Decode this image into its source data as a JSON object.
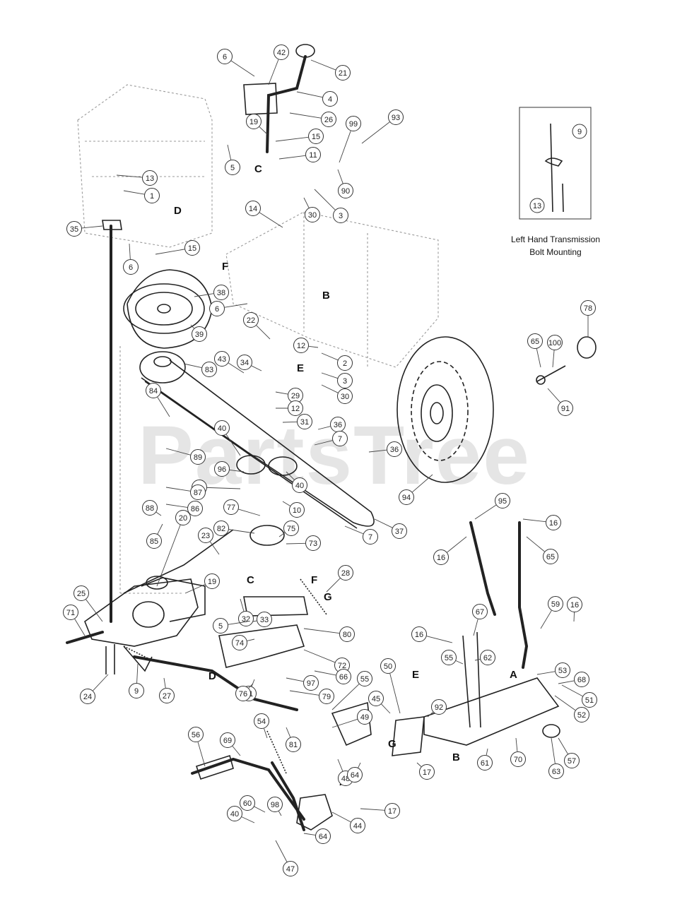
{
  "watermark": "PartsTree",
  "inset": {
    "caption_line1": "Left Hand Transmission",
    "caption_line2": "Bolt Mounting",
    "callouts": [
      "9",
      "13"
    ]
  },
  "letters": [
    "A",
    "A",
    "B",
    "B",
    "C",
    "C",
    "D",
    "D",
    "E",
    "E",
    "F",
    "F",
    "G",
    "G"
  ],
  "callouts": [
    "6",
    "42",
    "21",
    "4",
    "26",
    "19",
    "15",
    "11",
    "5",
    "13",
    "1",
    "14",
    "35",
    "6",
    "15",
    "93",
    "99",
    "90",
    "30",
    "3",
    "38",
    "39",
    "6",
    "22",
    "12",
    "2",
    "3",
    "30",
    "43",
    "34",
    "29",
    "12",
    "31",
    "83",
    "84",
    "89",
    "40",
    "96",
    "40",
    "36",
    "7",
    "36",
    "6",
    "87",
    "86",
    "88",
    "85",
    "77",
    "10",
    "7",
    "37",
    "82",
    "75",
    "73",
    "28",
    "23",
    "20",
    "19",
    "32",
    "25",
    "71",
    "24",
    "9",
    "27",
    "33",
    "5",
    "74",
    "80",
    "72",
    "41",
    "76",
    "97",
    "79",
    "81",
    "78",
    "100",
    "65",
    "91",
    "94",
    "95",
    "16",
    "16",
    "65",
    "66",
    "55",
    "16",
    "67",
    "62",
    "53",
    "68",
    "59",
    "16",
    "51",
    "52",
    "50",
    "45",
    "92",
    "55",
    "49",
    "48",
    "64",
    "17",
    "61",
    "70",
    "63",
    "57",
    "56",
    "69",
    "54",
    "17",
    "44",
    "40",
    "60",
    "98",
    "64",
    "47"
  ]
}
